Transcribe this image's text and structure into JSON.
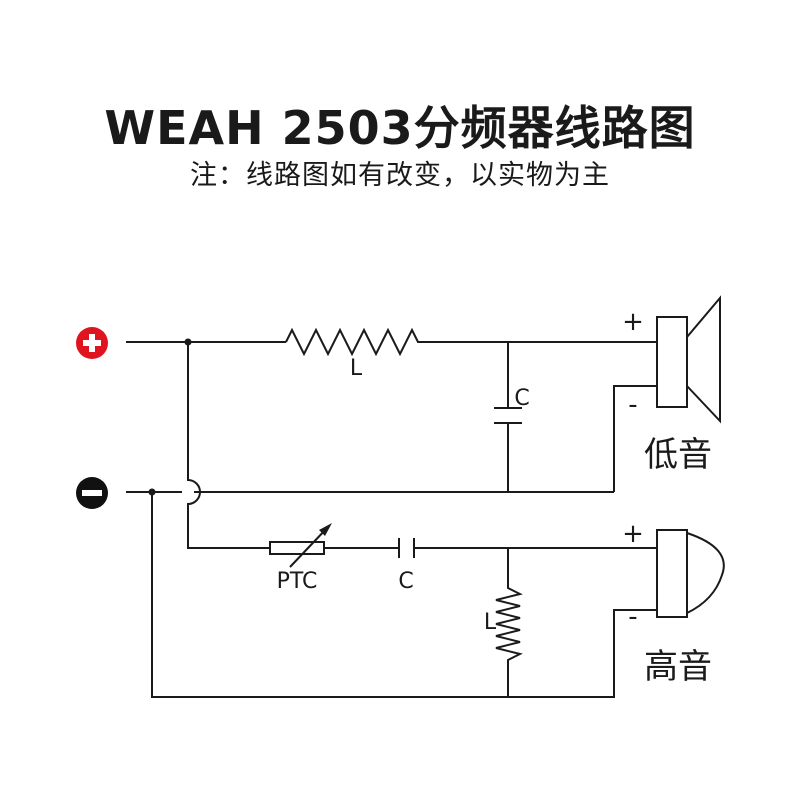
{
  "title": "WEAH 2503分频器线路图",
  "note": "注：线路图如有改变，以实物为主",
  "terminals": {
    "positive": "+",
    "negative": "−"
  },
  "woofer": {
    "label": "低音",
    "plus": "+",
    "minus": "-",
    "inductor": "L",
    "capacitor": "C"
  },
  "tweeter": {
    "label": "高音",
    "plus": "+",
    "minus": "-",
    "ptc": "PTC",
    "capacitor": "C",
    "inductor": "L"
  },
  "colors": {
    "positive_terminal": "#e0141e",
    "negative_terminal": "#111111",
    "wire": "#1a1a1a"
  }
}
